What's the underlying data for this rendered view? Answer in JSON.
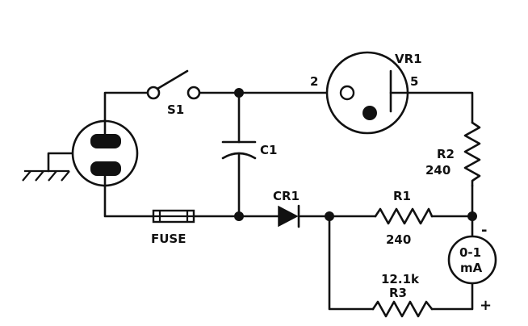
{
  "components": {
    "switch": "S1",
    "capacitor": "C1",
    "fuse": "FUSE",
    "diode": "CR1",
    "regulator": {
      "name": "VR1",
      "pin_in": "2",
      "pin_out": "5"
    },
    "r1": {
      "name": "R1",
      "value": "240"
    },
    "r2": {
      "name": "R2",
      "value": "240"
    },
    "r3": {
      "name": "R3",
      "value": "12.1k"
    },
    "meter": {
      "line1": "0-1",
      "line2": "mA",
      "minus": "-",
      "plus": "+"
    }
  }
}
